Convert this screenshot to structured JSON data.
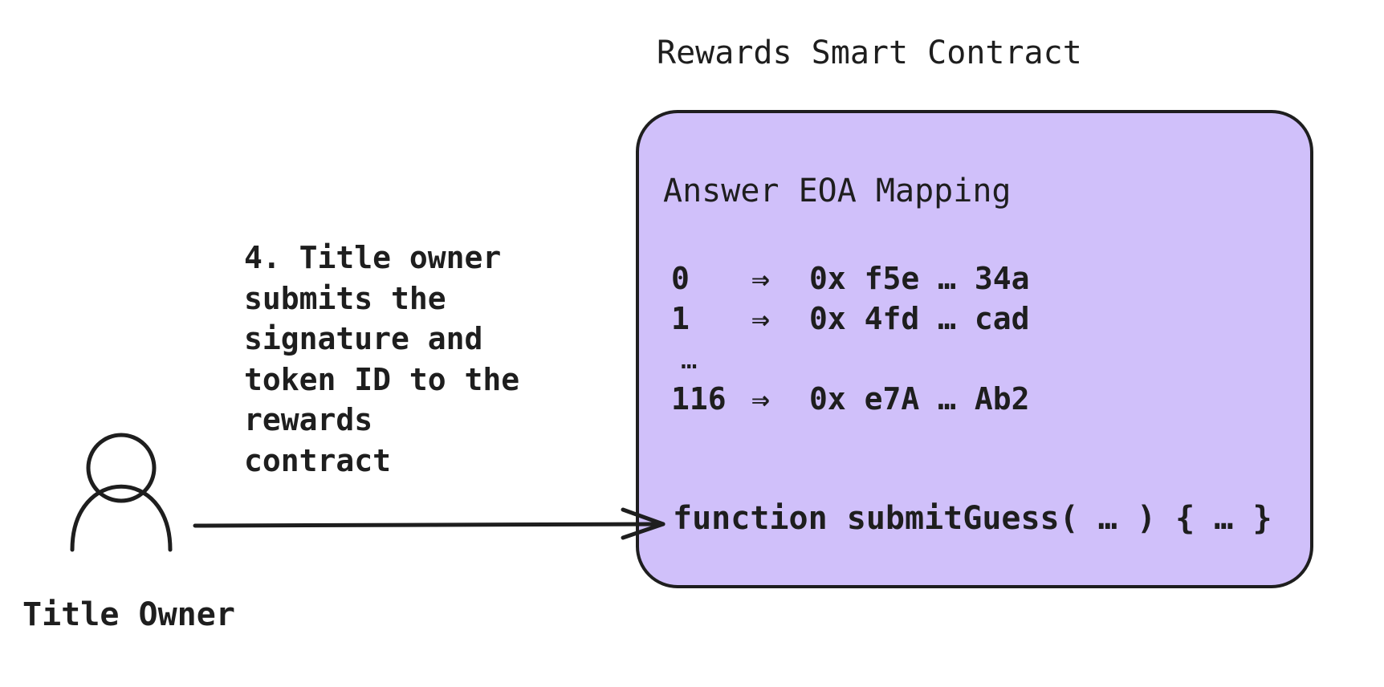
{
  "contract": {
    "title": "Rewards Smart Contract",
    "fill_color": "#d0c0fa",
    "border_color": "#1e1e1e",
    "mapping_title": "Answer EOA Mapping",
    "mapping_rows": [
      {
        "key": "0",
        "arrow": "⇒",
        "value": "0x f5e … 34a"
      },
      {
        "key": "1",
        "arrow": "⇒",
        "value": "0x 4fd … cad"
      },
      {
        "key": "116",
        "arrow": "⇒",
        "value": "0x e7A … Ab2"
      }
    ],
    "mapping_ellipsis": "…",
    "function_signature": "function submitGuess( … ) { … }"
  },
  "step": {
    "label": "4. Title owner\nsubmits the\nsignature and\ntoken ID to the\nrewards\ncontract"
  },
  "actor": {
    "label": "Title Owner",
    "icon": "person-icon"
  },
  "connector": {
    "icon": "arrow-right-icon",
    "color": "#1e1e1e"
  }
}
